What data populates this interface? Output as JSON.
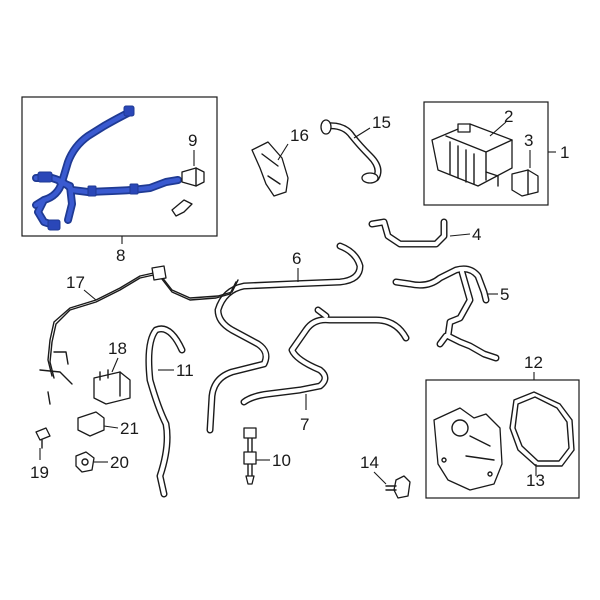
{
  "callouts": {
    "c1": "1",
    "c2": "2",
    "c3": "3",
    "c4": "4",
    "c5": "5",
    "c6": "6",
    "c7": "7",
    "c8": "8",
    "c9": "9",
    "c10": "10",
    "c11": "11",
    "c12": "12",
    "c13": "13",
    "c14": "14",
    "c15": "15",
    "c16": "16",
    "c17": "17",
    "c18": "18",
    "c19": "19",
    "c20": "20",
    "c21": "21"
  },
  "highlight_color": "#2a47b8",
  "line_color": "#1a1a1a"
}
